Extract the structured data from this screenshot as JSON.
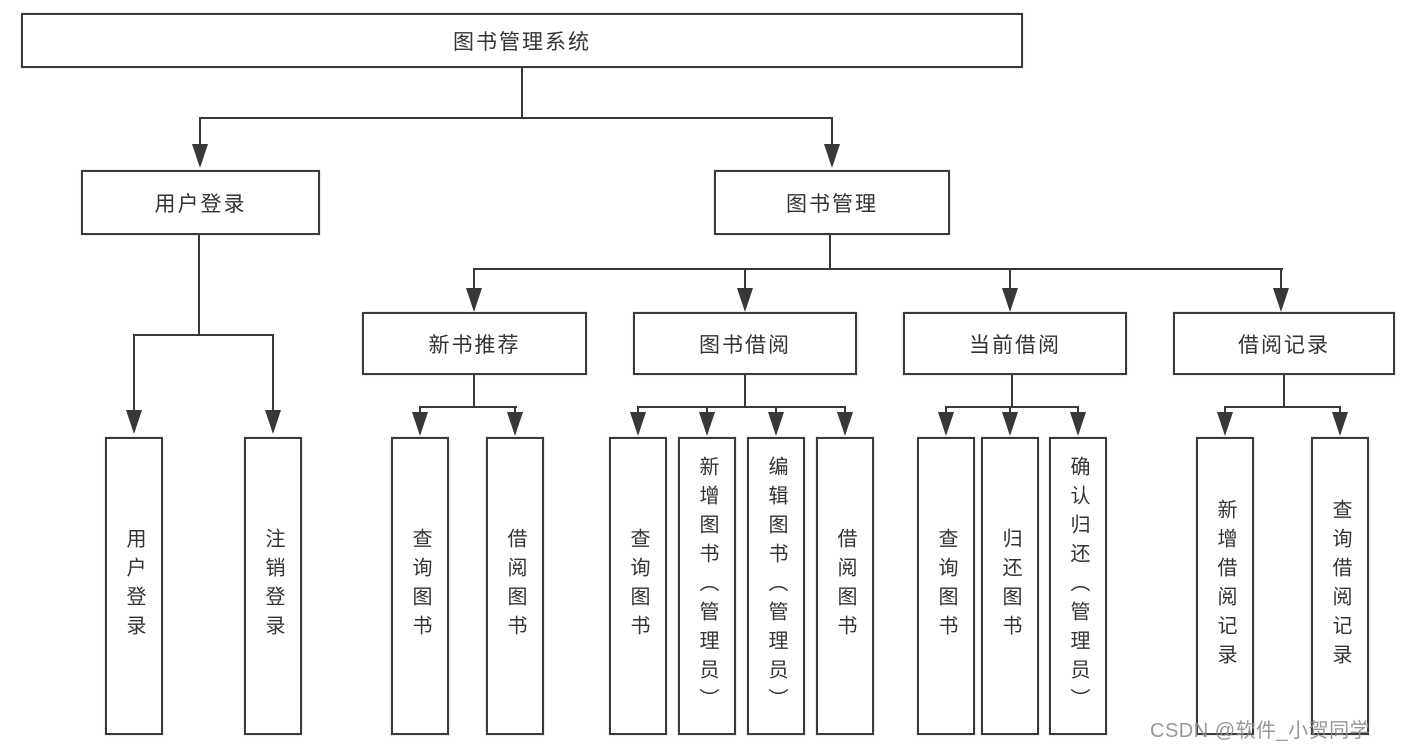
{
  "watermark": {
    "text": "CSDN @软件_小贺同学"
  },
  "colors": {
    "line": "#383838",
    "box_border": "#3a3a3a",
    "text": "#333333",
    "background": "#ffffff",
    "watermark": "#8c8c8c"
  },
  "tree": {
    "label": "图书管理系统",
    "children": [
      {
        "label": "用户登录",
        "children": [
          {
            "label": "用户登录"
          },
          {
            "label": "注销登录"
          }
        ]
      },
      {
        "label": "图书管理",
        "children": [
          {
            "label": "新书推荐",
            "children": [
              {
                "label": "查询图书"
              },
              {
                "label": "借阅图书"
              }
            ]
          },
          {
            "label": "图书借阅",
            "children": [
              {
                "label": "查询图书"
              },
              {
                "label": "新增图书（管理员）"
              },
              {
                "label": "编辑图书（管理员）"
              },
              {
                "label": "借阅图书"
              }
            ]
          },
          {
            "label": "当前借阅",
            "children": [
              {
                "label": "查询图书"
              },
              {
                "label": "归还图书"
              },
              {
                "label": "确认归还（管理员）"
              }
            ]
          },
          {
            "label": "借阅记录",
            "children": [
              {
                "label": "新增借阅记录"
              },
              {
                "label": "查询借阅记录"
              }
            ]
          }
        ]
      }
    ]
  }
}
